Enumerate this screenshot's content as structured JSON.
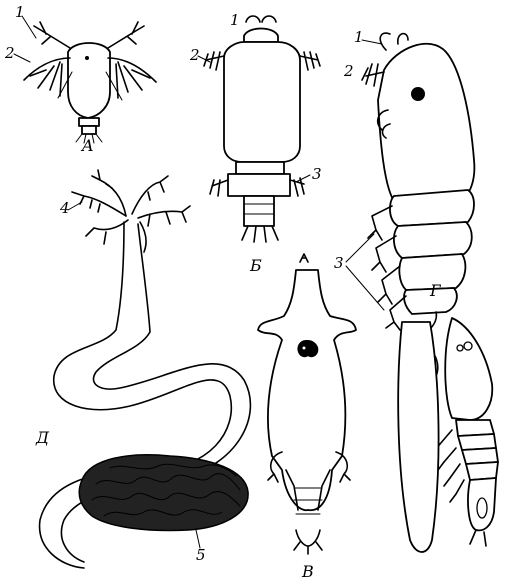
{
  "labels": {
    "one_a": "1",
    "two_a": "2",
    "letter_a": "A",
    "one_b": "1",
    "two_b": "2",
    "three_b": "3",
    "letter_b": "Б",
    "one_g": "1",
    "two_g": "2",
    "three_g": "3",
    "letter_g": "Г",
    "four_d": "4",
    "letter_d": "Д",
    "five_d": "5",
    "letter_v": "В"
  }
}
